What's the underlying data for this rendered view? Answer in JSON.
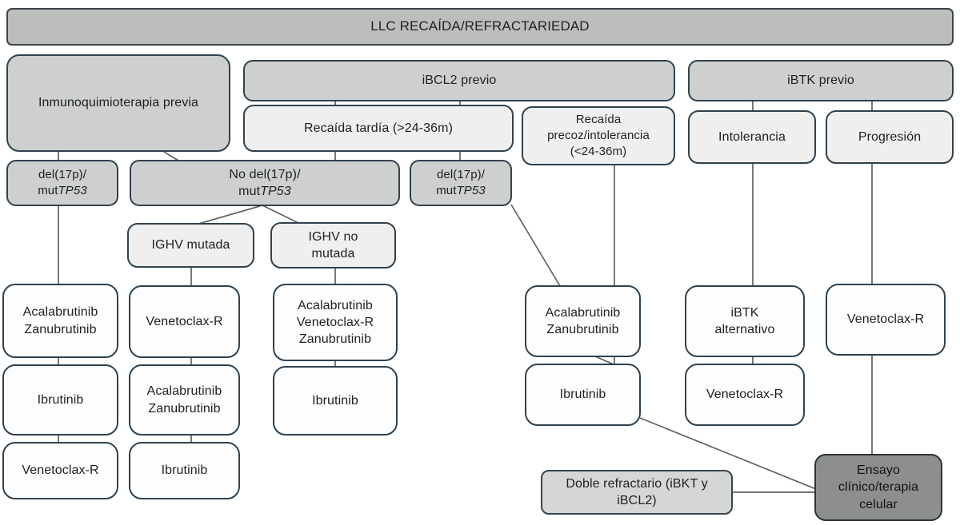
{
  "diagram": {
    "type": "flowchart",
    "language": "es",
    "topic": "Algoritmo de tratamiento de LLC en recaída/refractariedad"
  },
  "colors": {
    "banner_fill": "#bcbebc",
    "group_fill": "#cdd0cf",
    "light_fill": "#eeefee",
    "white_fill": "#fdfdfd",
    "doble_fill": "#d5d7d6",
    "ensayo_fill": "#8d8f8f",
    "border_dark": "#2e4150",
    "connector": "#5f6161"
  },
  "nodes": {
    "banner": {
      "label": "LLC RECAÍDA/REFRACTARIEDAD"
    },
    "inmuno": {
      "label": "Inmunoquimioterapia previa"
    },
    "ibcl2": {
      "label": "iBCL2 previo"
    },
    "ibtk": {
      "label": "iBTK previo"
    },
    "rt": {
      "label": "Recaída tardía (>24-36m)"
    },
    "rp": {
      "lines": [
        "Recaída",
        "precoz/intolerancia",
        "(<24-36m)"
      ]
    },
    "intol": {
      "label": "Intolerancia"
    },
    "prog": {
      "label": "Progresión"
    },
    "delL": {
      "line1": "del(17p)/",
      "mut_prefix": "mut",
      "gene": "TP53"
    },
    "nodel": {
      "line1": "No del(17p)/",
      "mut_prefix": "mut",
      "gene": "TP53"
    },
    "delM": {
      "line1": "del(17p)/",
      "mut_prefix": "mut",
      "gene": "TP53"
    },
    "ighvm": {
      "label": "IGHV mutada"
    },
    "ighvnm": {
      "lines": [
        "IGHV no",
        "mutada"
      ]
    },
    "c1a": {
      "lines": [
        "Acalabrutinib",
        "Zanubrutinib"
      ]
    },
    "c1i": {
      "label": "Ibrutinib"
    },
    "c1v": {
      "label": "Venetoclax-R"
    },
    "c2v": {
      "label": "Venetoclax-R"
    },
    "c2a": {
      "lines": [
        "Acalabrutinib",
        "Zanubrutinib"
      ]
    },
    "c2i": {
      "label": "Ibrutinib"
    },
    "c3a": {
      "lines": [
        "Acalabrutinib",
        "Venetoclax-R",
        "Zanubrutinib"
      ]
    },
    "c3i": {
      "label": "Ibrutinib"
    },
    "c4a": {
      "lines": [
        "Acalabrutinib",
        "Zanubrutinib"
      ]
    },
    "c4i": {
      "label": "Ibrutinib"
    },
    "c5i": {
      "lines": [
        "iBTK",
        "alternativo"
      ]
    },
    "c5v": {
      "label": "Venetoclax-R"
    },
    "c6v": {
      "label": "Venetoclax-R"
    },
    "doble": {
      "lines": [
        "Doble refractario (iBKT y",
        "iBCL2)"
      ]
    },
    "ensayo": {
      "lines": [
        "Ensayo",
        "clínico/terapia",
        "celular"
      ]
    }
  }
}
